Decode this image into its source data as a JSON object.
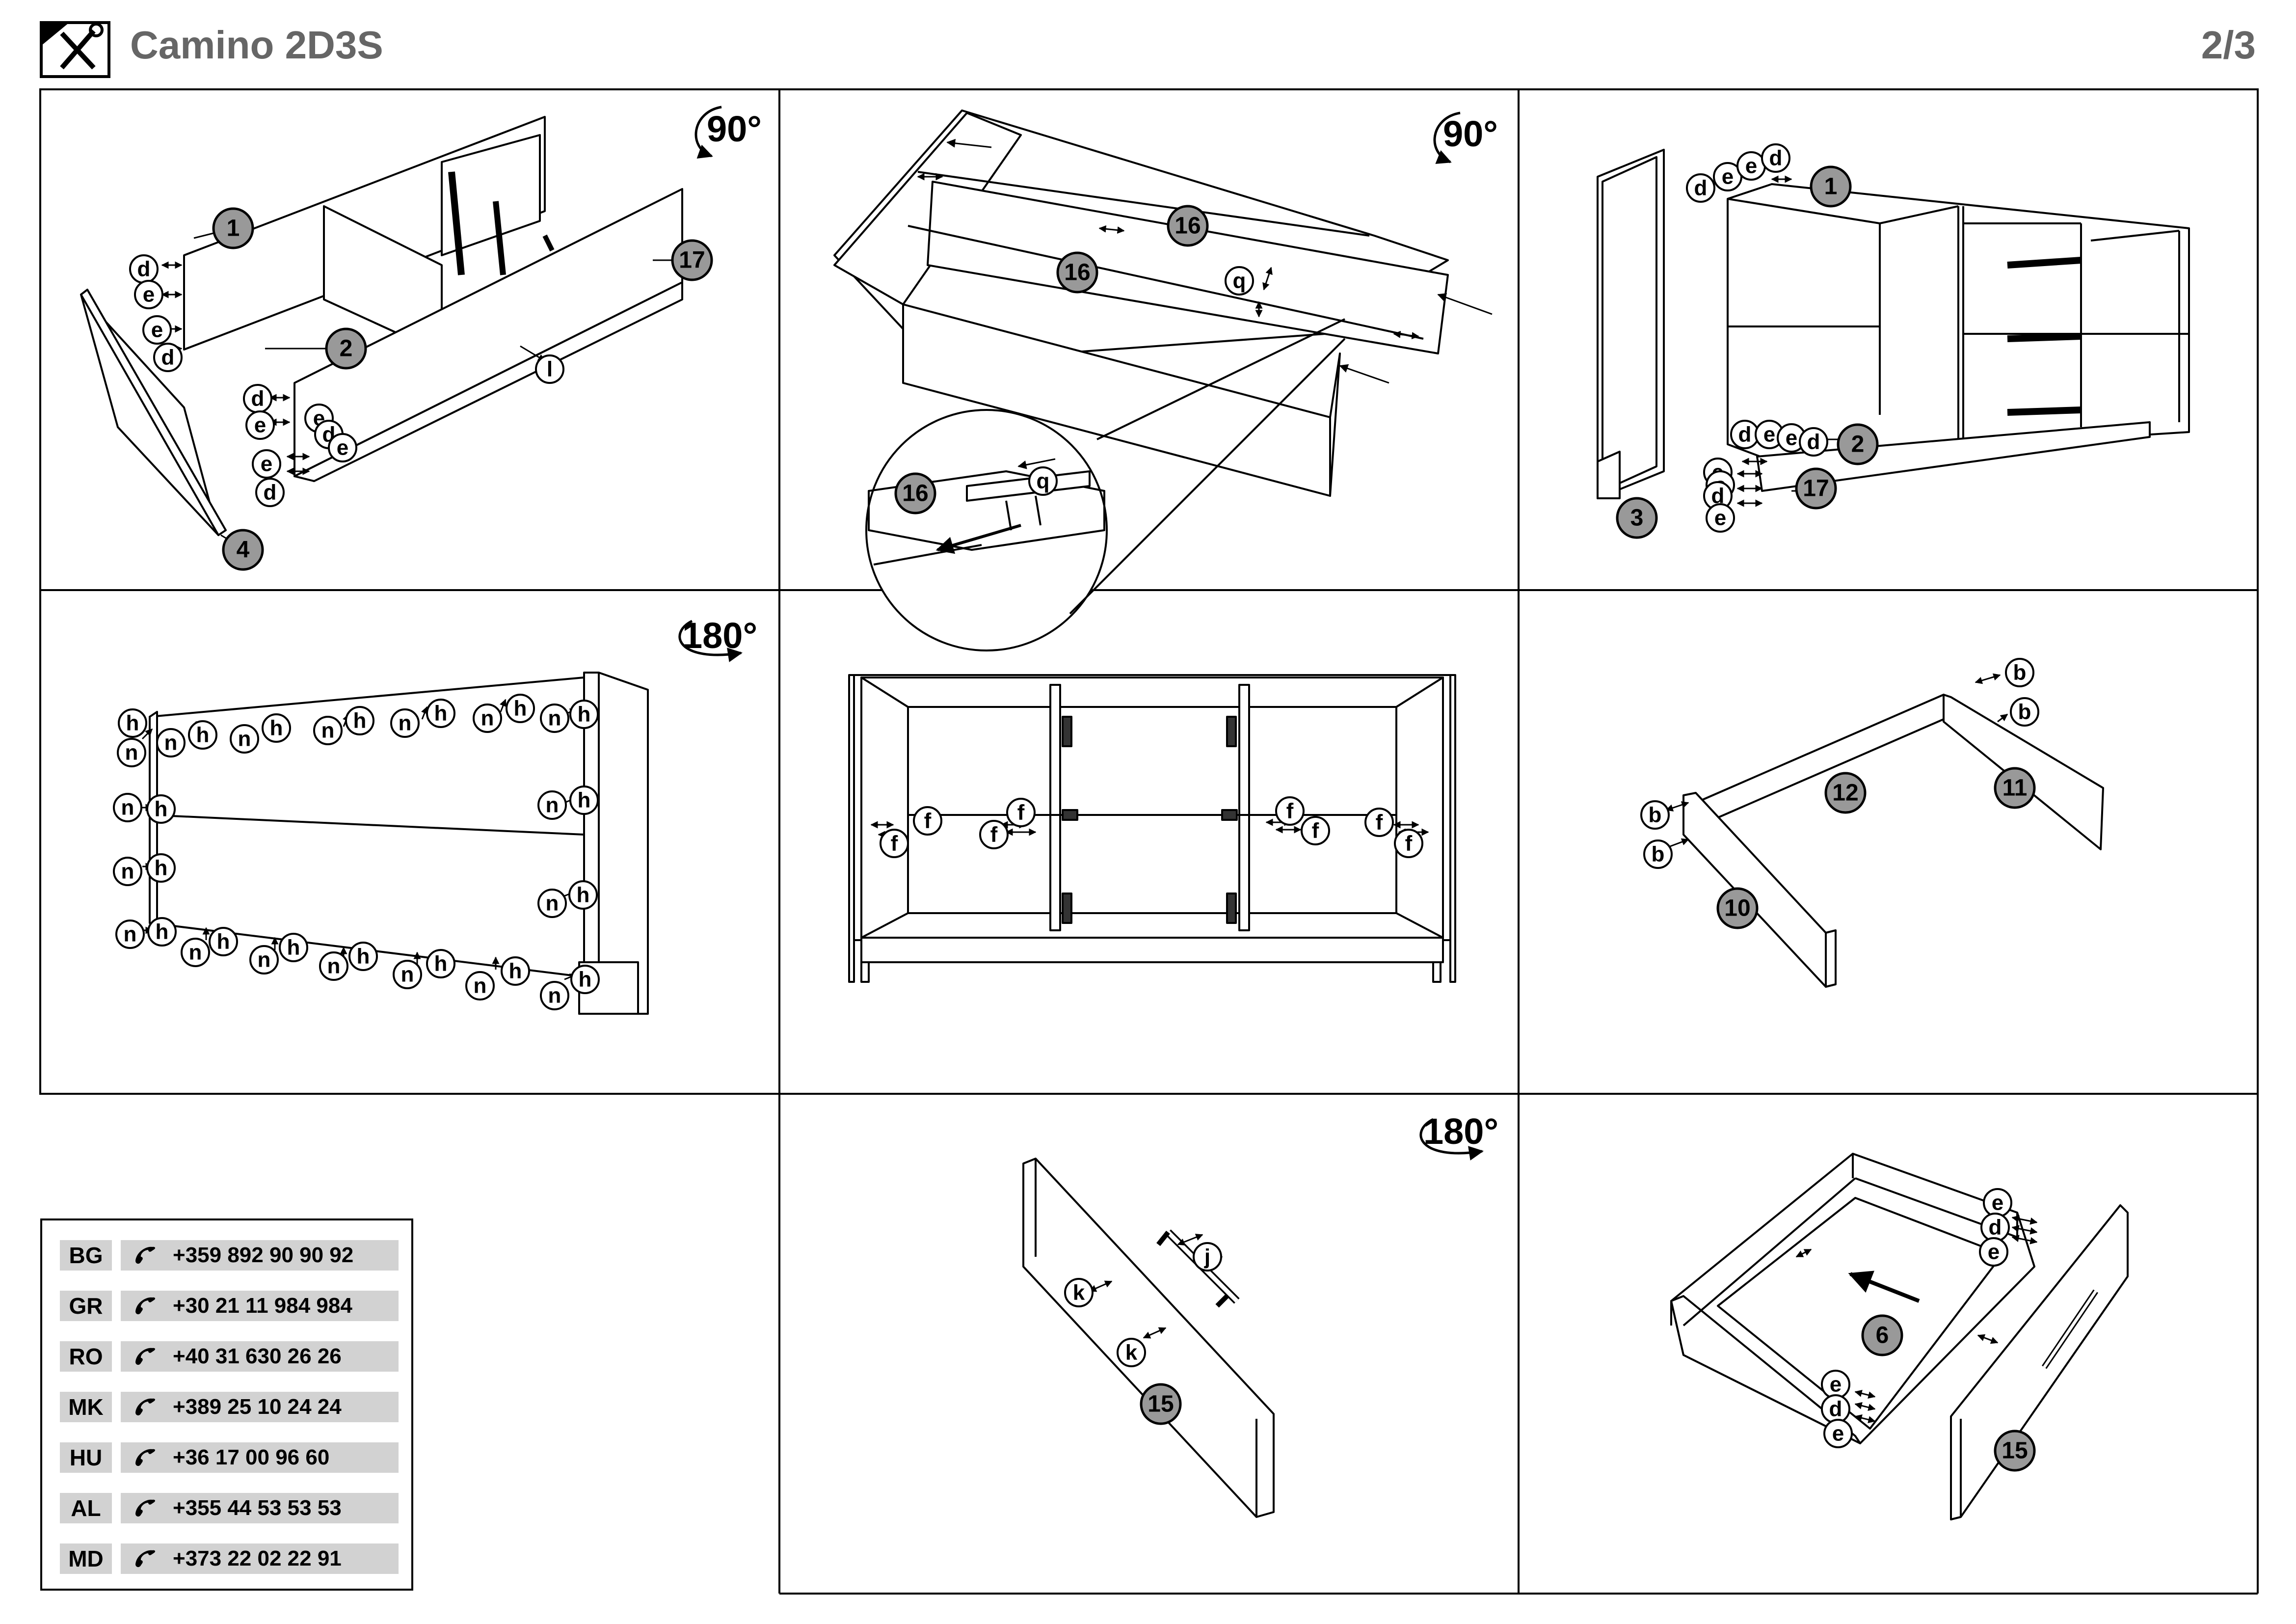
{
  "header": {
    "title": "Camino 2D3S",
    "page": "2/3",
    "icon": "tools-icon"
  },
  "rotations": {
    "step1": "90°",
    "step2": "90°",
    "step4": "180°",
    "step8": "180°"
  },
  "parts": {
    "p1": "1",
    "p2": "2",
    "p3": "3",
    "p4": "4",
    "p6": "6",
    "p10": "10",
    "p11": "11",
    "p12": "12",
    "p15": "15",
    "p16": "16",
    "p17": "17"
  },
  "hardware": {
    "b": "b",
    "d": "d",
    "e": "e",
    "f": "f",
    "h": "h",
    "j": "j",
    "k": "k",
    "l": "l",
    "n": "n",
    "q": "q"
  },
  "contacts": [
    {
      "code": "BG",
      "phone": "+359 892 90 90 92"
    },
    {
      "code": "GR",
      "phone": "+30 21 11 984 984"
    },
    {
      "code": "RO",
      "phone": "+40 31 630 26 26"
    },
    {
      "code": "MK",
      "phone": "+389 25 10 24 24"
    },
    {
      "code": "HU",
      "phone": "+36 17 00 96 60"
    },
    {
      "code": "AL",
      "phone": "+355 44 53 53 53"
    },
    {
      "code": "MD",
      "phone": "+373 22 02 22 91"
    }
  ],
  "icons": {
    "phone": "phone-icon",
    "rotate": "rotate-arrow-icon"
  }
}
